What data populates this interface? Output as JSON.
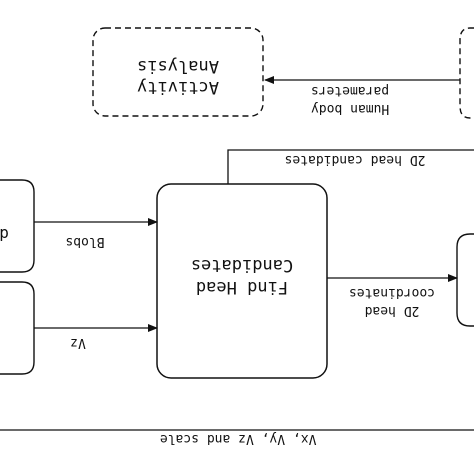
{
  "nodes": {
    "activity_analysis": {
      "line1": "Activity",
      "line2": "Analysis"
    },
    "find_head": {
      "line1": "Find Head",
      "line2": "Candidates"
    }
  },
  "edges": {
    "human_body": {
      "line1": "Human body",
      "line2": "parameters"
    },
    "blobs": "Blobs",
    "vz_left": "Vz",
    "head_coords": {
      "line1": "2D head",
      "line2": "coordinates"
    },
    "head_candidates": "2D head candidates",
    "bottom": "Vx, Vy, Vz and scale"
  },
  "colors": {
    "stroke": "#111111",
    "background": "#ffffff"
  }
}
